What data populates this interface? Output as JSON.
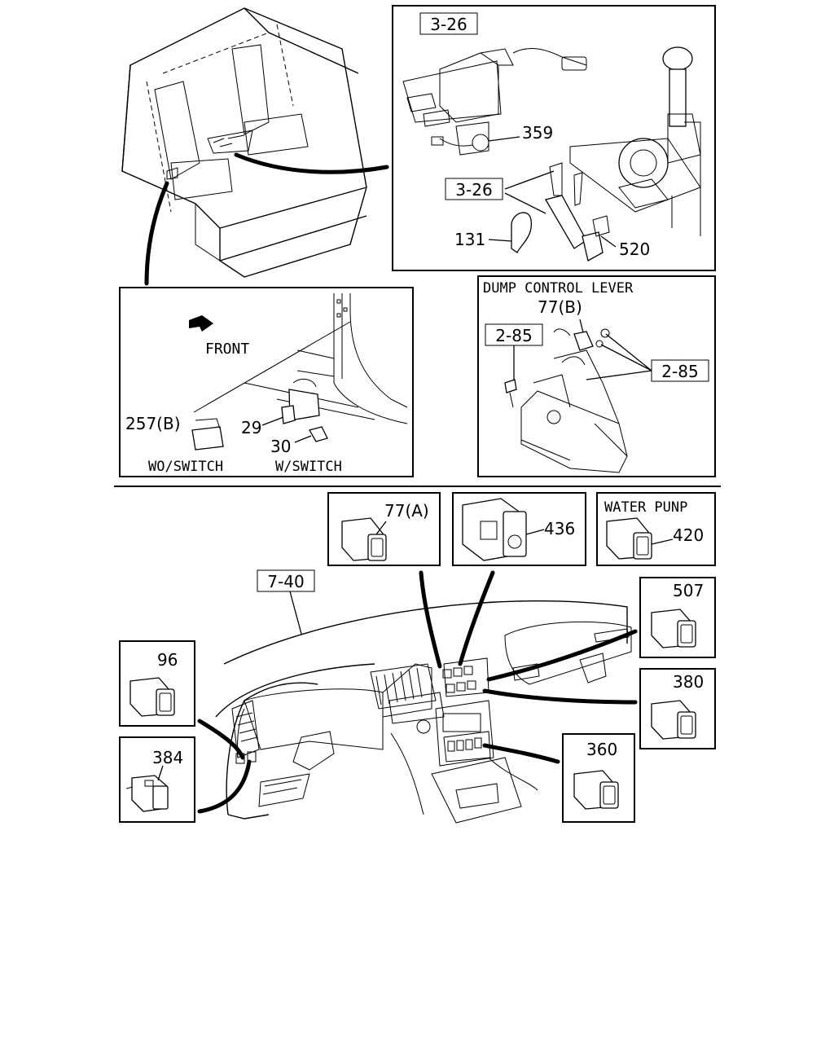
{
  "callouts": {
    "ref_3_26_top": "3-26",
    "ref_3_26_mid": "3-26",
    "p359": "359",
    "p131": "131",
    "p520": "520",
    "dump_title": "DUMP CONTROL LEVER",
    "p77b": "77(B)",
    "ref_2_85_left": "2-85",
    "ref_2_85_right": "2-85",
    "front": "FRONT",
    "p257b": "257(B)",
    "p29": "29",
    "p30": "30",
    "wo_switch": "WO/SWITCH",
    "w_switch": "W/SWITCH",
    "p77a": "77(A)",
    "p436": "436",
    "water_pump": "WATER PUNP",
    "p420": "420",
    "ref_7_40": "7-40",
    "p507": "507",
    "p96": "96",
    "p380": "380",
    "p384": "384",
    "p360": "360"
  }
}
